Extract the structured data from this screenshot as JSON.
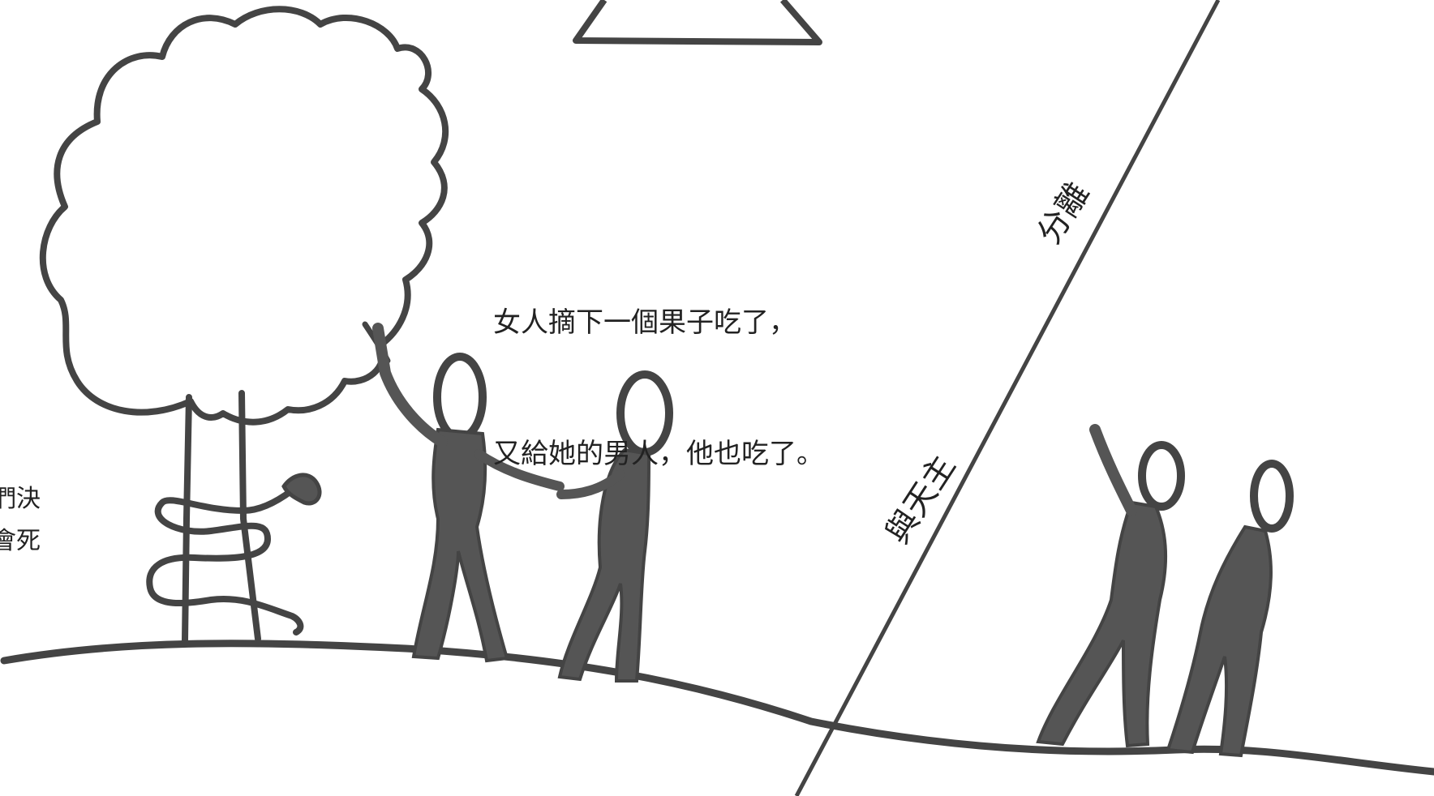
{
  "caption": {
    "line1": "女人摘下一個果子吃了，",
    "line2": "又給她的男人，他也吃了。"
  },
  "edge_text": {
    "line1": "尔們決",
    "line2": "不會死"
  },
  "diagonal_labels": {
    "upper": "分離",
    "lower": "與天主"
  },
  "colors": {
    "line": "#444444",
    "figure_fill": "#555555",
    "background": "#ffffff"
  }
}
